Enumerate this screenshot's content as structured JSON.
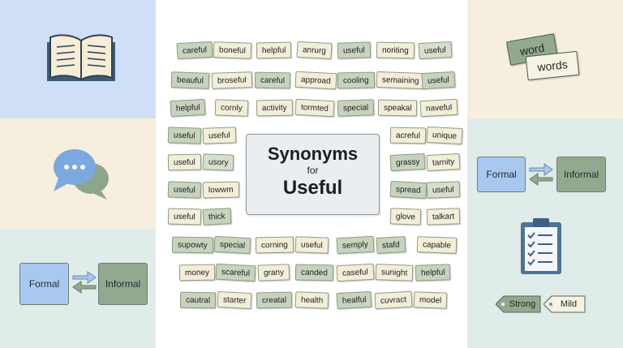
{
  "colors": {
    "blue_panel": "#cfe0f6",
    "cream_panel": "#f7efdd",
    "mint_panel": "#dfecea",
    "formal_blue": "#a9c8ef",
    "informal_green": "#93a98f"
  },
  "center": {
    "title_line1": "Synonyms",
    "title_line2": "for",
    "title_line3": "Useful"
  },
  "tiles": [
    {
      "text": "careful",
      "style": "green"
    },
    {
      "text": "boneful",
      "style": "cream"
    },
    {
      "text": "helpful",
      "style": "cream"
    },
    {
      "text": "anrurg",
      "style": "cream"
    },
    {
      "text": "useful",
      "style": "green"
    },
    {
      "text": "noriting",
      "style": "cream"
    },
    {
      "text": "useful",
      "style": "sage"
    },
    {
      "text": "beauful",
      "style": "green"
    },
    {
      "text": "broseful",
      "style": "cream"
    },
    {
      "text": "careful",
      "style": "green"
    },
    {
      "text": "approad",
      "style": "cream"
    },
    {
      "text": "cooling",
      "style": "green"
    },
    {
      "text": "semaining",
      "style": "cream"
    },
    {
      "text": "useful",
      "style": "green"
    },
    {
      "text": "helpful",
      "style": "green"
    },
    {
      "text": "cornly",
      "style": "cream"
    },
    {
      "text": "activity",
      "style": "cream"
    },
    {
      "text": "tormted",
      "style": "cream"
    },
    {
      "text": "special",
      "style": "green"
    },
    {
      "text": "speakal",
      "style": "cream"
    },
    {
      "text": "naveful",
      "style": "cream"
    },
    {
      "text": "useful",
      "style": "green"
    },
    {
      "text": "useful",
      "style": "cream"
    },
    {
      "text": "acreful",
      "style": "cream"
    },
    {
      "text": "unique",
      "style": "cream"
    },
    {
      "text": "useful",
      "style": "cream"
    },
    {
      "text": "usory",
      "style": "sage"
    },
    {
      "text": "grassy",
      "style": "green"
    },
    {
      "text": "tarnity",
      "style": "cream"
    },
    {
      "text": "useful",
      "style": "green"
    },
    {
      "text": "lowwm",
      "style": "cream"
    },
    {
      "text": "spread",
      "style": "green"
    },
    {
      "text": "useful",
      "style": "sage"
    },
    {
      "text": "useful",
      "style": "cream"
    },
    {
      "text": "thick",
      "style": "green"
    },
    {
      "text": "glove",
      "style": "cream"
    },
    {
      "text": "talkart",
      "style": "cream"
    },
    {
      "text": "supowty",
      "style": "green"
    },
    {
      "text": "special",
      "style": "green"
    },
    {
      "text": "corning",
      "style": "cream"
    },
    {
      "text": "useful",
      "style": "cream"
    },
    {
      "text": "semply",
      "style": "green"
    },
    {
      "text": "stafd",
      "style": "green"
    },
    {
      "text": "capable",
      "style": "cream"
    },
    {
      "text": "money",
      "style": "cream"
    },
    {
      "text": "scareful",
      "style": "green"
    },
    {
      "text": "grany",
      "style": "cream"
    },
    {
      "text": "canded",
      "style": "green"
    },
    {
      "text": "caseful",
      "style": "cream"
    },
    {
      "text": "sunight",
      "style": "cream"
    },
    {
      "text": "helpful",
      "style": "green"
    },
    {
      "text": "cautral",
      "style": "green"
    },
    {
      "text": "starter",
      "style": "cream"
    },
    {
      "text": "creatal",
      "style": "green"
    },
    {
      "text": "health",
      "style": "cream"
    },
    {
      "text": "healful",
      "style": "green"
    },
    {
      "text": "cuvract",
      "style": "cream"
    },
    {
      "text": "model",
      "style": "cream"
    }
  ],
  "right": {
    "card_back": "word",
    "card_front": "words",
    "formal": "Formal",
    "informal": "Informal",
    "strong": "Strong",
    "mild": "Mild"
  },
  "left": {
    "formal": "Formal",
    "informal": "Informal"
  }
}
